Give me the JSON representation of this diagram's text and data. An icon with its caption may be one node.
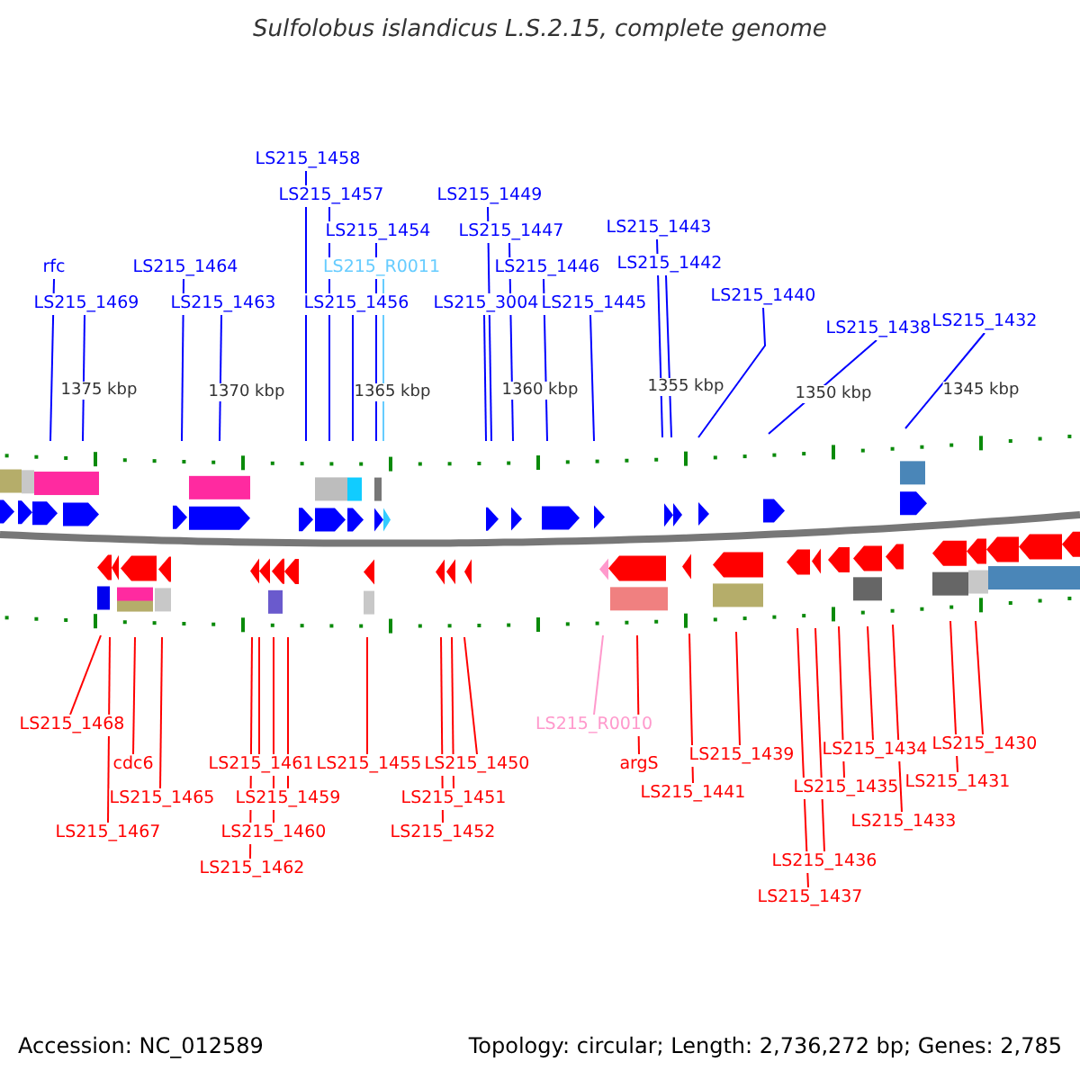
{
  "diagram": {
    "title": "Sulfolobus islandicus L.S.2.15, complete genome",
    "nodes": [
      {
        "text": [
          "rfc"
        ]
      },
      {
        "text": [
          "LS215_1469"
        ]
      },
      {
        "text": [
          "LS215_1464"
        ]
      },
      {
        "text": [
          "LS215_1463"
        ]
      },
      {
        "text": [
          "LS215_1458"
        ]
      },
      {
        "text": [
          "LS215_1457"
        ]
      },
      {
        "text": [
          "LS215_1454"
        ]
      },
      {
        "text": [
          "LS215_R0011"
        ]
      },
      {
        "text": [
          "LS215_1456"
        ]
      },
      {
        "text": [
          "LS215_1449"
        ]
      },
      {
        "text": [
          "LS215_1447"
        ]
      },
      {
        "text": [
          "LS215_1446"
        ]
      },
      {
        "text": [
          "LS215_3004"
        ]
      },
      {
        "text": [
          "LS215_1445"
        ]
      },
      {
        "text": [
          "LS215_1443"
        ]
      },
      {
        "text": [
          "LS215_1442"
        ]
      },
      {
        "text": [
          "LS215_1440"
        ]
      },
      {
        "text": [
          "LS215_1438"
        ]
      },
      {
        "text": [
          "LS215_1432"
        ]
      },
      {
        "text": [
          "LS215_1468"
        ]
      },
      {
        "text": [
          "cdc6"
        ]
      },
      {
        "text": [
          "LS215_1465"
        ]
      },
      {
        "text": [
          "LS215_1467"
        ]
      },
      {
        "text": [
          "LS215_1461"
        ]
      },
      {
        "text": [
          "LS215_1459"
        ]
      },
      {
        "text": [
          "LS215_1460"
        ]
      },
      {
        "text": [
          "LS215_1462"
        ]
      },
      {
        "text": [
          "LS215_1455"
        ]
      },
      {
        "text": [
          "LS215_1450"
        ]
      },
      {
        "text": [
          "LS215_1451"
        ]
      },
      {
        "text": [
          "LS215_1452"
        ]
      },
      {
        "text": [
          "LS215_R0010"
        ]
      },
      {
        "text": [
          "argS"
        ]
      },
      {
        "text": [
          "LS215_1439"
        ]
      },
      {
        "text": [
          "LS215_1441"
        ]
      },
      {
        "text": [
          "LS215_1434"
        ]
      },
      {
        "text": [
          "LS215_1435"
        ]
      },
      {
        "text": [
          "LS215_1433"
        ]
      },
      {
        "text": [
          "LS215_1436"
        ]
      },
      {
        "text": [
          "LS215_1437"
        ]
      },
      {
        "text": [
          "LS215_1430"
        ]
      },
      {
        "text": [
          "LS215_1431"
        ]
      }
    ],
    "edges": [
      {
        "from": 0,
        "to": null,
        "arrow": "none",
        "color": "#0000ff"
      },
      {
        "from": 1,
        "to": null,
        "arrow": "none",
        "color": "#0000ff"
      },
      {
        "from": 2,
        "to": null,
        "arrow": "none",
        "color": "#0000ff"
      },
      {
        "from": 3,
        "to": null,
        "arrow": "none",
        "color": "#0000ff"
      },
      {
        "from": 4,
        "to": null,
        "arrow": "none",
        "color": "#0000ff"
      },
      {
        "from": 5,
        "to": null,
        "arrow": "none",
        "color": "#0000ff"
      },
      {
        "from": 6,
        "to": null,
        "arrow": "none",
        "color": "#0000ff"
      },
      {
        "from": 7,
        "to": null,
        "arrow": "none",
        "color": "#66ccff"
      },
      {
        "from": 8,
        "to": null,
        "arrow": "none",
        "color": "#0000ff"
      },
      {
        "from": 9,
        "to": null,
        "arrow": "none",
        "color": "#0000ff"
      },
      {
        "from": 10,
        "to": null,
        "arrow": "none",
        "color": "#0000ff"
      },
      {
        "from": 11,
        "to": null,
        "arrow": "none",
        "color": "#0000ff"
      },
      {
        "from": 12,
        "to": null,
        "arrow": "none",
        "color": "#0000ff"
      },
      {
        "from": 13,
        "to": null,
        "arrow": "none",
        "color": "#0000ff"
      },
      {
        "from": 14,
        "to": null,
        "arrow": "none",
        "color": "#0000ff"
      },
      {
        "from": 15,
        "to": null,
        "arrow": "none",
        "color": "#0000ff"
      },
      {
        "from": 16,
        "to": null,
        "arrow": "none",
        "color": "#0000ff"
      },
      {
        "from": 17,
        "to": null,
        "arrow": "none",
        "color": "#0000ff"
      },
      {
        "from": 18,
        "to": null,
        "arrow": "none",
        "color": "#0000ff"
      },
      {
        "from": 19,
        "to": null,
        "arrow": "none"
      },
      {
        "from": 20,
        "to": null,
        "arrow": "none"
      },
      {
        "from": 21,
        "to": null,
        "arrow": "none"
      },
      {
        "from": 22,
        "to": null,
        "arrow": "none"
      },
      {
        "from": 23,
        "to": null,
        "arrow": "none"
      },
      {
        "from": 24,
        "to": null,
        "arrow": "none"
      },
      {
        "from": 25,
        "to": null,
        "arrow": "none"
      },
      {
        "from": 26,
        "to": null,
        "arrow": "none"
      },
      {
        "from": 27,
        "to": null,
        "arrow": "none"
      },
      {
        "from": 28,
        "to": null,
        "arrow": "none"
      },
      {
        "from": 29,
        "to": null,
        "arrow": "none"
      },
      {
        "from": 30,
        "to": null,
        "arrow": "none"
      },
      {
        "from": 31,
        "to": null,
        "arrow": "none",
        "color": "#ff99cc"
      },
      {
        "from": 32,
        "to": null,
        "arrow": "none"
      },
      {
        "from": 33,
        "to": null,
        "arrow": "none"
      },
      {
        "from": 34,
        "to": null,
        "arrow": "none"
      },
      {
        "from": 35,
        "to": null,
        "arrow": "none"
      },
      {
        "from": 36,
        "to": null,
        "arrow": "none"
      },
      {
        "from": 37,
        "to": null,
        "arrow": "none"
      },
      {
        "from": 38,
        "to": null,
        "arrow": "none"
      },
      {
        "from": 39,
        "to": null,
        "arrow": "none"
      },
      {
        "from": 40,
        "to": null,
        "arrow": "none"
      },
      {
        "from": 41,
        "to": null,
        "arrow": "none"
      }
    ],
    "labels": [
      "1375 kbp",
      "1370 kbp",
      "1365 kbp",
      "1360 kbp",
      "1355 kbp",
      "1350 kbp",
      "1345 kbp",
      "Accession: NC_012589",
      "Topology: circular; Length: 2,736,272 bp; Genes: 2,785"
    ]
  }
}
